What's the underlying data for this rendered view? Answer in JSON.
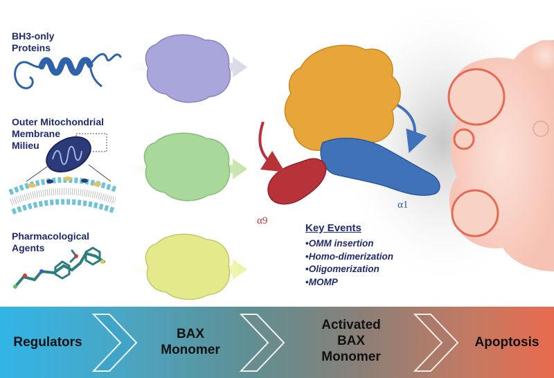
{
  "regulators": [
    {
      "label": "BH3-only\nProteins"
    },
    {
      "label": "Outer Mitochondrial\nMembrane\nMilieu"
    },
    {
      "label": "Pharmacological\nAgents"
    }
  ],
  "helix_labels": {
    "a9": "α9",
    "a1": "α1"
  },
  "key_events": {
    "title": "Key Events",
    "items": [
      "OMM insertion",
      "Homo-dimerization",
      "Oligomerization",
      "MOMP"
    ]
  },
  "stages": [
    "Regulators",
    "BAX\nMonomer",
    "Activated\nBAX\nMonomer",
    "Apoptosis"
  ],
  "colors": {
    "title_blue": "#1f2a6b",
    "bax_lavender": "#a9a6dc",
    "bax_green": "#a8d89a",
    "bax_yellow": "#e4ea8c",
    "activated_orange": "#e8a63a",
    "helix_blue": "#3f72b8",
    "helix_red": "#b8323a",
    "apoptotic_cell": "#f7c9bc",
    "bleb_stroke": "#e46a55"
  }
}
